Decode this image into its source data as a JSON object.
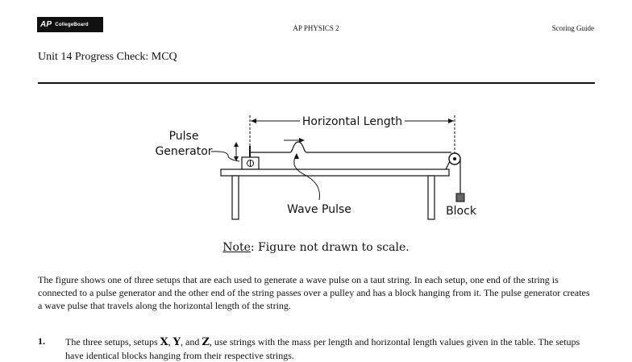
{
  "header": {
    "logo_ap": "AP",
    "logo_org": "CollegeBoard",
    "center": "AP PHYSICS 2",
    "right": "Scoring Guide"
  },
  "title": "Unit 14 Progress Check: MCQ",
  "figure": {
    "label_horizontal_length": "Horizontal Length",
    "label_pulse": "Pulse",
    "label_generator": "Generator",
    "label_wave_pulse": "Wave Pulse",
    "label_block": "Block"
  },
  "note": {
    "prefix": "Note",
    "text": ": Figure not drawn to scale."
  },
  "paragraph": "The figure shows one of three setups that are each used to generate a wave pulse on a taut string. In each setup, one end of the string is connected to a pulse generator and the other end of the string passes over a pulley and has a block hanging from it. The pulse generator creates a wave pulse that travels along the horizontal length of the string.",
  "question": {
    "number": "1.",
    "part1": "The three setups, setups ",
    "x": "X",
    "sep1": ", ",
    "y": "Y",
    "sep2": ", and ",
    "z": "Z",
    "part2": ", use strings with the mass per length and horizontal length values given in the table. The setups have identical blocks hanging from their respective strings."
  }
}
